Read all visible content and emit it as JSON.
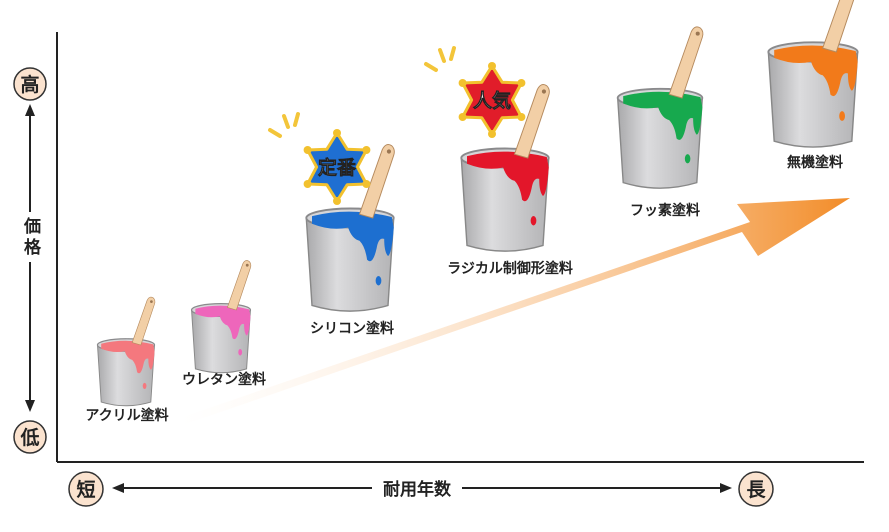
{
  "axes": {
    "y_label": "価格",
    "y_high": "高",
    "y_low": "低",
    "x_label": "耐用年数",
    "x_short": "短",
    "x_long": "長"
  },
  "paints": [
    {
      "label": "アクリル塗料",
      "color": "#f4787e"
    },
    {
      "label": "ウレタン塗料",
      "color": "#ee66bb"
    },
    {
      "label": "シリコン塗料",
      "color": "#1d6fd0"
    },
    {
      "label": "ラジカル制御形塗料",
      "color": "#e3162a"
    },
    {
      "label": "フッ素塗料",
      "color": "#17a94e"
    },
    {
      "label": "無機塗料",
      "color": "#f27a1a"
    }
  ],
  "badges": [
    {
      "text": "定番",
      "fill": "#1f6fd2",
      "stroke": "#f2c12e"
    },
    {
      "text": "人気",
      "fill": "#e11d2a",
      "stroke": "#f2c12e"
    }
  ],
  "colors": {
    "arrow": "#f28c28",
    "circle_fill": "#fbe3cf",
    "can_gray": "#c8c8ca",
    "handle": "#f2cfa6",
    "sparkle": "#f3c53a"
  }
}
